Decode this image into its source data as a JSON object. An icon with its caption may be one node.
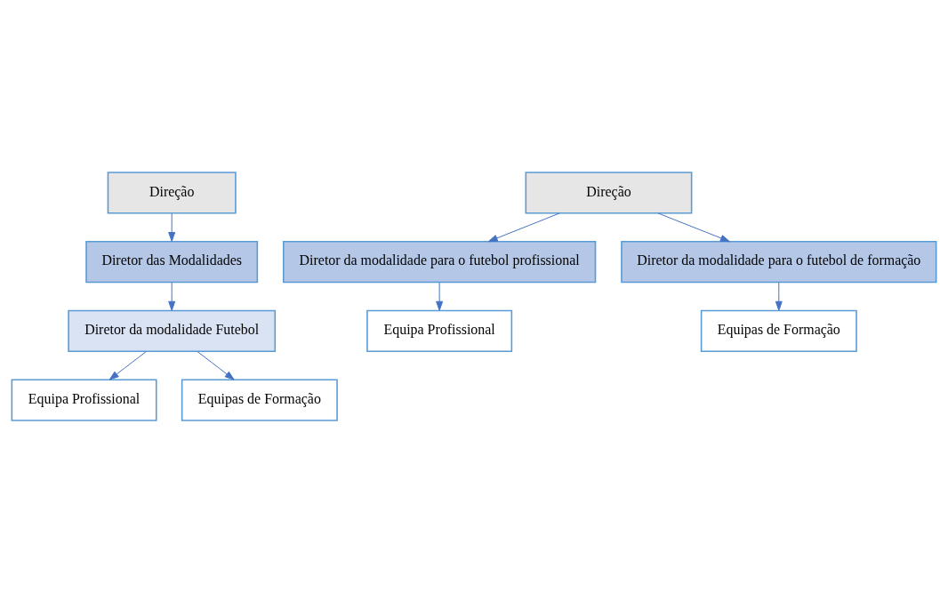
{
  "diagram": {
    "nodes": [
      {
        "text": [
          "Direção"
        ]
      },
      {
        "text": [
          "Diretor das Modalidades"
        ]
      },
      {
        "text": [
          "Diretor da modalidade Futebol"
        ]
      },
      {
        "text": [
          "Equipa Profissional"
        ]
      },
      {
        "text": [
          "Equipas de Formação"
        ]
      },
      {
        "text": [
          "Direção"
        ]
      },
      {
        "text": [
          "Diretor da modalidade para o futebol profissional"
        ]
      },
      {
        "text": [
          "Diretor da modalidade para o futebol de formação"
        ]
      },
      {
        "text": [
          "Equipa Profissional"
        ]
      },
      {
        "text": [
          "Equipas de Formação"
        ]
      }
    ],
    "edges": [
      {
        "from": 0,
        "to": 1,
        "arrow": "to"
      },
      {
        "from": 1,
        "to": 2,
        "arrow": "to"
      },
      {
        "from": 2,
        "to": 3,
        "arrow": "to"
      },
      {
        "from": 2,
        "to": 4,
        "arrow": "to"
      },
      {
        "from": 5,
        "to": 6,
        "arrow": "to"
      },
      {
        "from": 5,
        "to": 7,
        "arrow": "to"
      },
      {
        "from": 6,
        "to": 8,
        "arrow": "to"
      },
      {
        "from": 7,
        "to": 9,
        "arrow": "to"
      }
    ]
  }
}
